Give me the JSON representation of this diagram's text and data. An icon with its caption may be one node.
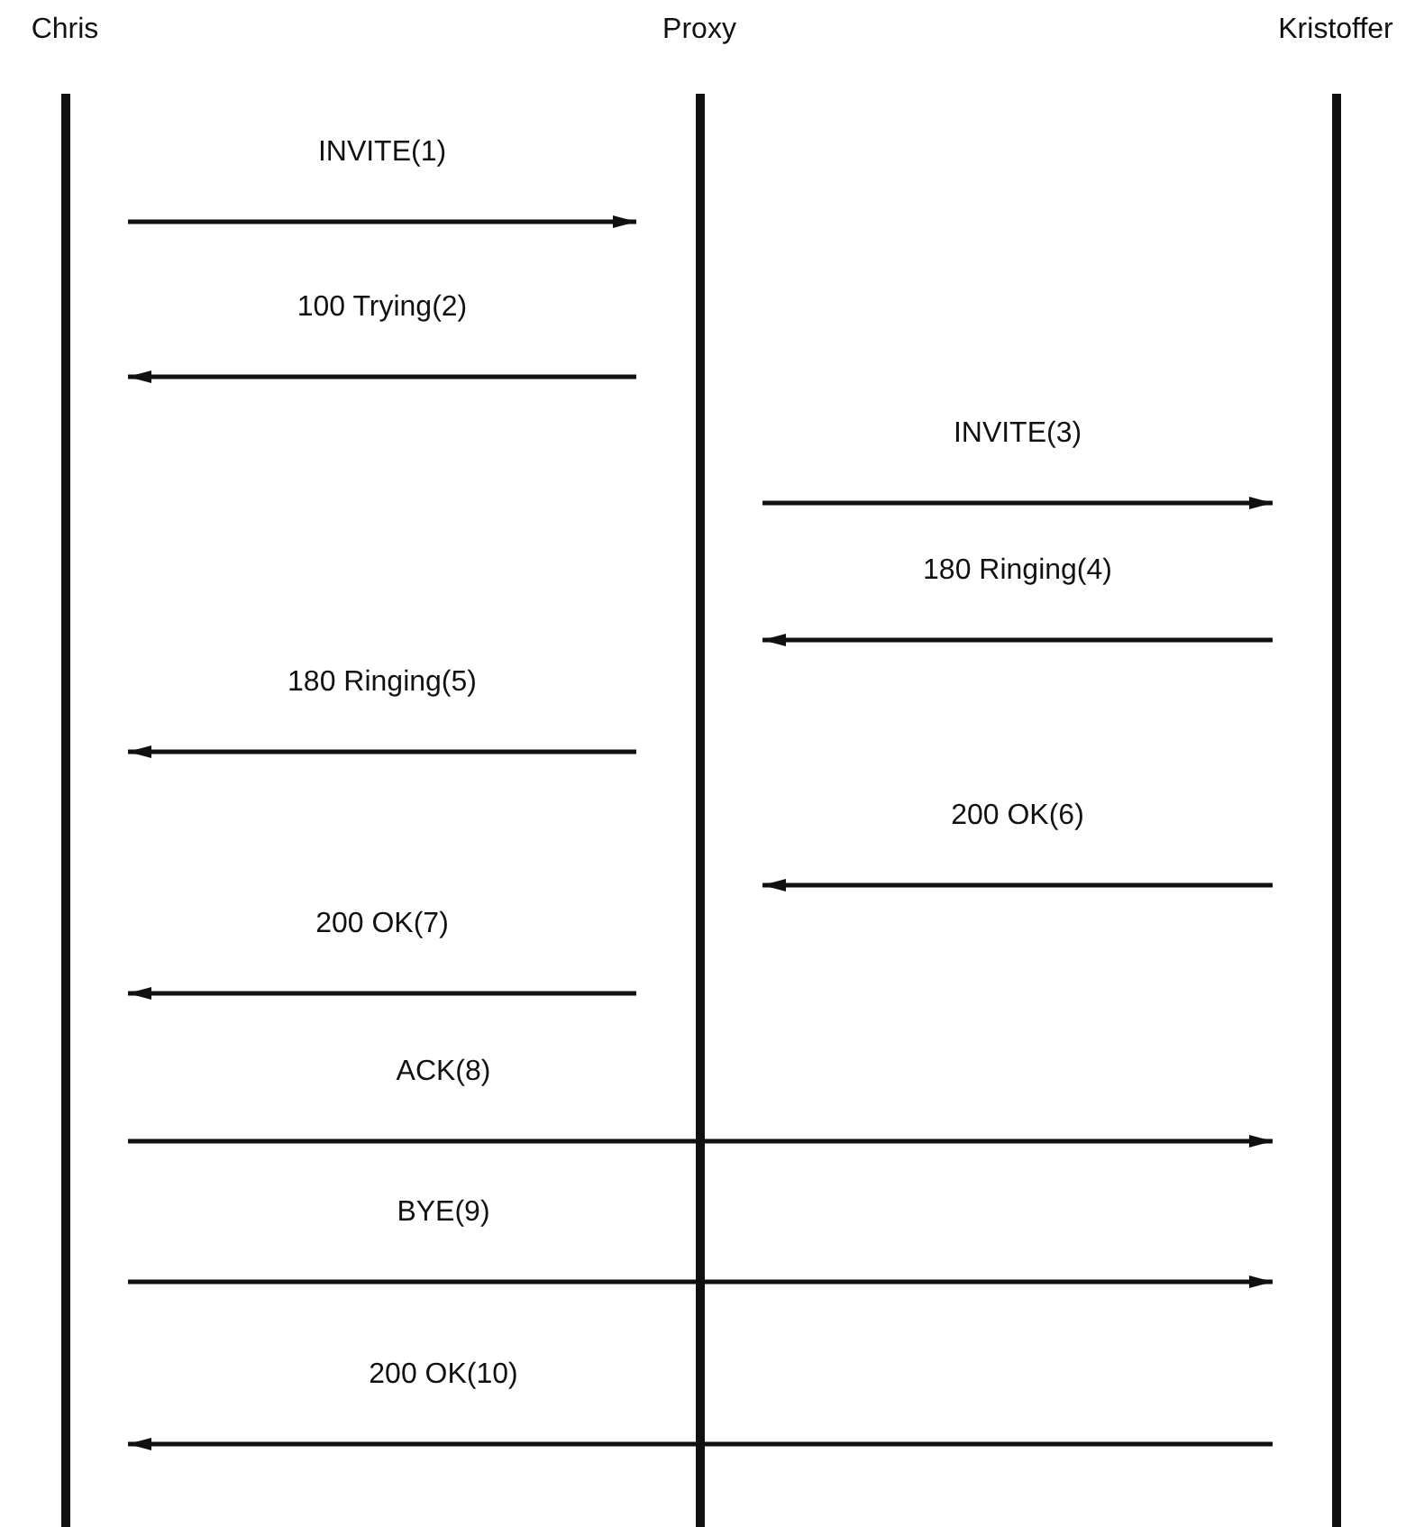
{
  "diagram": {
    "nodes": [
      {
        "text": [
          "Chris"
        ]
      },
      {
        "text": [
          "Proxy"
        ]
      },
      {
        "text": [
          "Kristoffer"
        ]
      }
    ],
    "edges": [
      {
        "from": 0,
        "to": 1,
        "arrow": "to",
        "label": "INVITE(1)"
      },
      {
        "from": 1,
        "to": 0,
        "arrow": "to",
        "label": "100 Trying(2)"
      },
      {
        "from": 1,
        "to": 2,
        "arrow": "to",
        "label": "INVITE(3)"
      },
      {
        "from": 2,
        "to": 1,
        "arrow": "to",
        "label": "180 Ringing(4)"
      },
      {
        "from": 1,
        "to": 0,
        "arrow": "to",
        "label": "180 Ringing(5)"
      },
      {
        "from": 2,
        "to": 1,
        "arrow": "to",
        "label": "200 OK(6)"
      },
      {
        "from": 1,
        "to": 0,
        "arrow": "to",
        "label": "200 OK(7)"
      },
      {
        "from": 0,
        "to": 2,
        "arrow": "to",
        "label": "ACK(8)"
      },
      {
        "from": 0,
        "to": 2,
        "arrow": "to",
        "label": "BYE(9)"
      },
      {
        "from": 2,
        "to": 0,
        "arrow": "to",
        "label": "200 OK(10)"
      }
    ]
  }
}
